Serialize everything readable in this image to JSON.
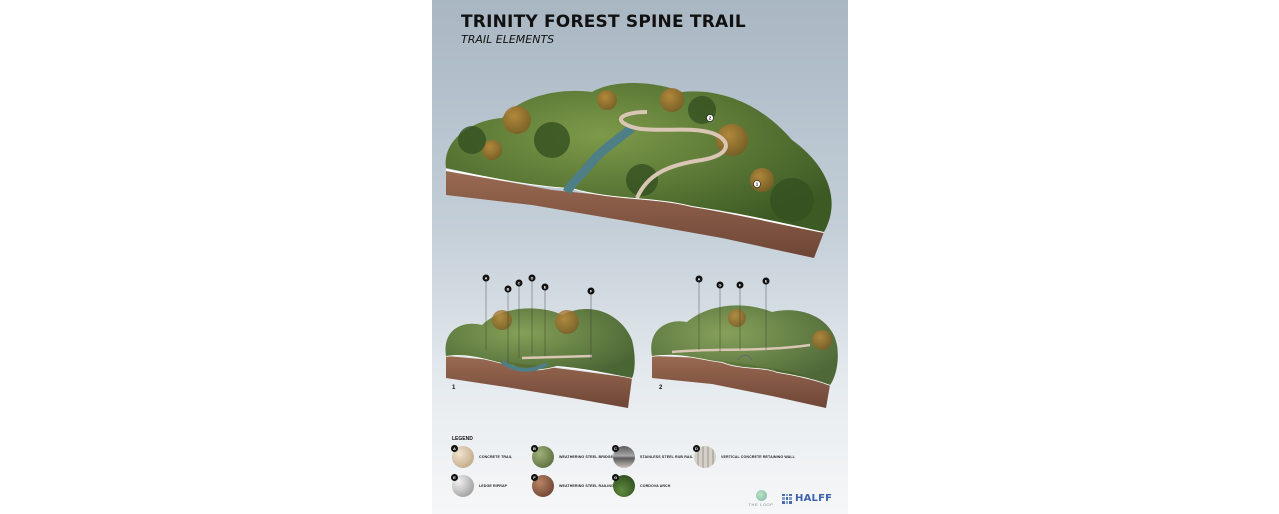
{
  "title": "TRINITY FOREST SPINE TRAIL",
  "subtitle": "TRAIL ELEMENTS",
  "main_diagram": {
    "markers": [
      "1",
      "2"
    ]
  },
  "sections": [
    {
      "number": "1",
      "callouts": [
        "A",
        "B",
        "C",
        "D",
        "E",
        "F"
      ]
    },
    {
      "number": "2",
      "callouts": [
        "A",
        "G",
        "F",
        "E"
      ]
    }
  ],
  "legend": {
    "title": "LEGEND",
    "items": [
      {
        "key": "A",
        "label": "CONCRETE TRAIL"
      },
      {
        "key": "B",
        "label": "WEATHERING STEEL BRIDGE"
      },
      {
        "key": "C",
        "label": "STAINLESS STEEL RUB RAIL"
      },
      {
        "key": "D",
        "label": "VERTICAL CONCRETE RETAINING WALL"
      },
      {
        "key": "E",
        "label": "LEDGE RIPRAP"
      },
      {
        "key": "F",
        "label": "WEATHERING STEEL RAILING"
      },
      {
        "key": "G",
        "label": "CORDOVA ARCH"
      }
    ]
  },
  "logos": {
    "the_loop": "THE LOOP",
    "halff": "HALFF"
  },
  "colors": {
    "trail": "#d9c6b4",
    "soil": "#8a5a45",
    "water": "#4f7f86",
    "foliage": "#4e6b2e",
    "halff_blue": "#3d63b0"
  }
}
